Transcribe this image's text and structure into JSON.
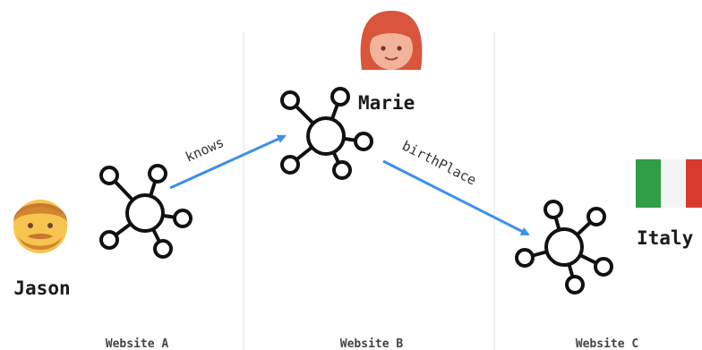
{
  "nodes": {
    "jason": {
      "label": "Jason"
    },
    "marie": {
      "label": "Marie"
    },
    "italy": {
      "label": "Italy"
    }
  },
  "edges": {
    "knows": {
      "label": "knows"
    },
    "birthplace": {
      "label": "birthPlace"
    }
  },
  "websites": {
    "a": {
      "label": "Website A"
    },
    "b": {
      "label": "Website B"
    },
    "c": {
      "label": "Website C"
    }
  },
  "colors": {
    "arrow": "#3d8fe8",
    "divider": "#e6e6e6",
    "node_stroke": "#111111",
    "skin": "#f6c44f",
    "hair_red": "#d9553b",
    "flag_green": "#2f9e45",
    "flag_red": "#d63b2e"
  },
  "icons": {
    "jason_avatar": "man-face-icon",
    "marie_avatar": "woman-face-icon",
    "italy_flag": "italy-flag-icon",
    "graph_node": "network-node-icon"
  }
}
